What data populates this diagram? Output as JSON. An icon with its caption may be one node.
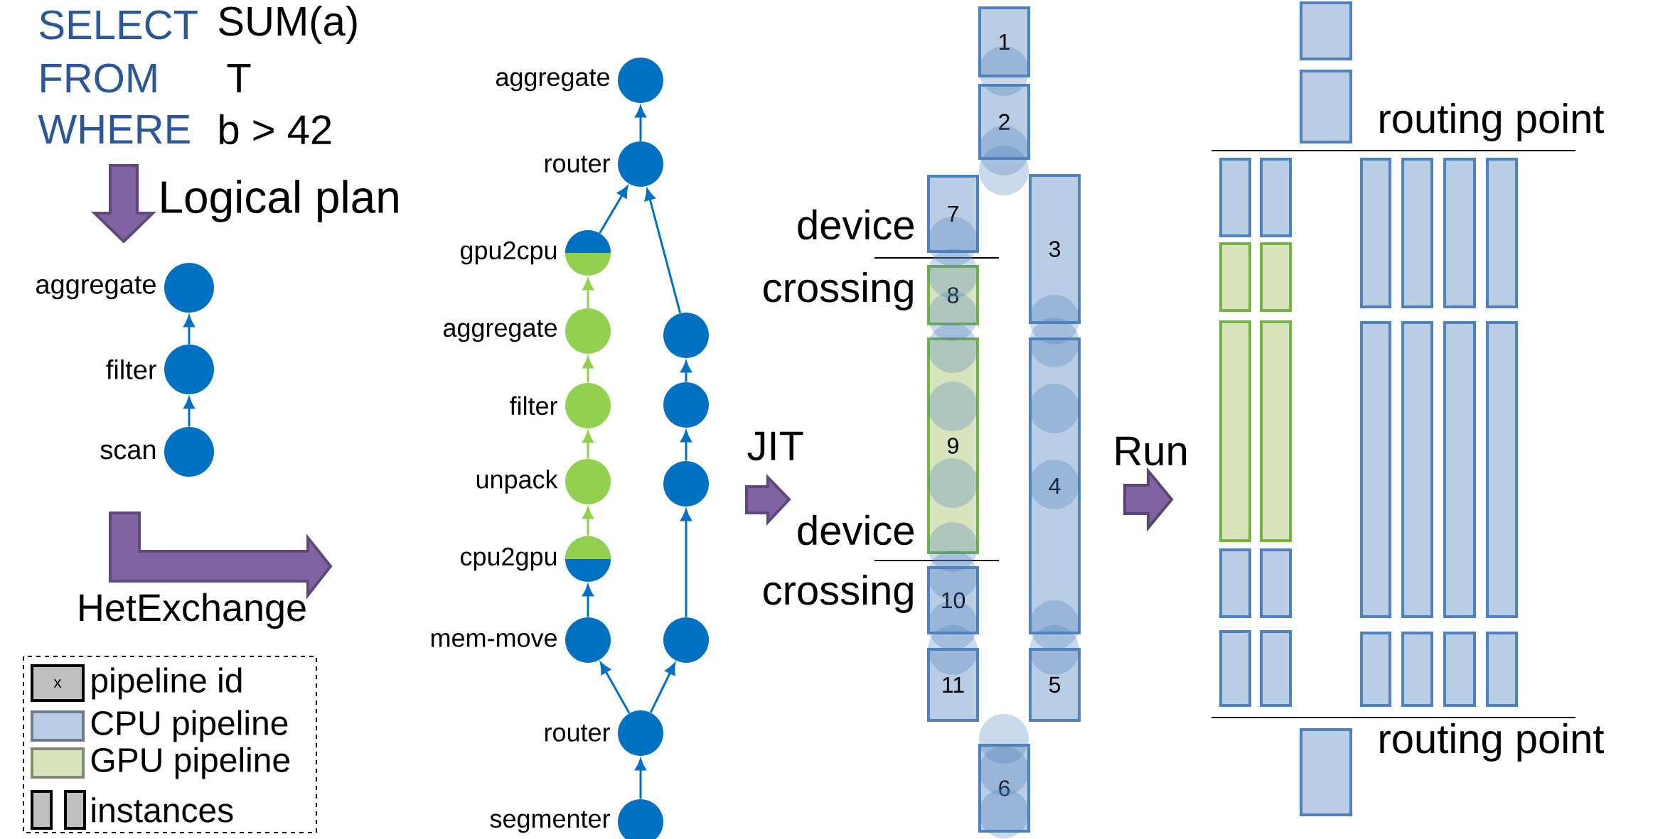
{
  "diagram": {
    "nodes": [
      {
        "text": [
          "aggregate"
        ]
      },
      {
        "text": [
          "filter"
        ]
      },
      {
        "text": [
          "scan"
        ]
      },
      {
        "text": [
          "aggregate"
        ]
      },
      {
        "text": [
          "router"
        ]
      },
      {
        "text": [
          "gpu2cpu"
        ]
      },
      {
        "text": [
          "aggregate"
        ]
      },
      {
        "text": [
          "filter"
        ]
      },
      {
        "text": [
          "unpack"
        ]
      },
      {
        "text": [
          "cpu2gpu"
        ]
      },
      {
        "text": [
          "mem-move"
        ]
      },
      {
        "text": [
          "router"
        ]
      },
      {
        "text": [
          "segmenter"
        ]
      },
      {
        "text": [],
        "shape": "circle"
      },
      {
        "text": [],
        "shape": "circle"
      },
      {
        "text": [],
        "shape": "circle"
      },
      {
        "text": [],
        "shape": "circle"
      },
      {
        "text": [
          "1"
        ]
      },
      {
        "text": [
          "2"
        ]
      },
      {
        "text": [
          "7"
        ]
      },
      {
        "text": [
          "3"
        ]
      },
      {
        "text": [
          "8"
        ]
      },
      {
        "text": [
          "9"
        ]
      },
      {
        "text": [
          "10"
        ]
      },
      {
        "text": [
          "4"
        ]
      },
      {
        "text": [
          "11"
        ]
      },
      {
        "text": [
          "5"
        ]
      },
      {
        "text": [
          "6"
        ]
      },
      {
        "text": [],
        "shape": "box"
      },
      {
        "text": [],
        "shape": "box"
      },
      {
        "text": [],
        "shape": "box"
      },
      {
        "text": [],
        "shape": "box"
      },
      {
        "text": [],
        "shape": "box"
      },
      {
        "text": [],
        "shape": "box"
      },
      {
        "text": [],
        "shape": "box"
      },
      {
        "text": [],
        "shape": "box"
      },
      {
        "text": [],
        "shape": "box"
      },
      {
        "text": [],
        "shape": "box"
      },
      {
        "text": [],
        "shape": "box"
      },
      {
        "text": [],
        "shape": "box"
      },
      {
        "text": [],
        "shape": "box"
      },
      {
        "text": [],
        "shape": "box"
      },
      {
        "text": [],
        "shape": "box"
      },
      {
        "text": [],
        "shape": "box"
      },
      {
        "text": [],
        "shape": "box"
      },
      {
        "text": [],
        "shape": "box"
      },
      {
        "text": [],
        "shape": "box"
      },
      {
        "text": [],
        "shape": "box"
      },
      {
        "text": [],
        "shape": "box"
      },
      {
        "text": [],
        "shape": "box"
      },
      {
        "text": [],
        "shape": "box"
      },
      {
        "text": [],
        "shape": "box"
      },
      {
        "text": [],
        "shape": "box"
      }
    ],
    "edges": [
      {
        "from": 2,
        "to": 1,
        "arrow": "to"
      },
      {
        "from": 1,
        "to": 0,
        "arrow": "to"
      },
      {
        "from": 12,
        "to": 11,
        "arrow": "to"
      },
      {
        "from": 11,
        "to": 10,
        "arrow": "to"
      },
      {
        "from": 11,
        "to": 16,
        "arrow": "to"
      },
      {
        "from": 10,
        "to": 9,
        "arrow": "to"
      },
      {
        "from": 9,
        "to": 8,
        "arrow": "to",
        "color": "#92d050"
      },
      {
        "from": 8,
        "to": 7,
        "arrow": "to",
        "color": "#92d050"
      },
      {
        "from": 7,
        "to": 6,
        "arrow": "to",
        "color": "#92d050"
      },
      {
        "from": 6,
        "to": 5,
        "arrow": "to",
        "color": "#92d050"
      },
      {
        "from": 5,
        "to": 4,
        "arrow": "to"
      },
      {
        "from": 16,
        "to": 15,
        "arrow": "to"
      },
      {
        "from": 15,
        "to": 14,
        "arrow": "to"
      },
      {
        "from": 14,
        "to": 13,
        "arrow": "to"
      },
      {
        "from": 13,
        "to": 4,
        "arrow": "to"
      },
      {
        "from": 4,
        "to": 3,
        "arrow": "to"
      },
      {
        "from": 24,
        "to": 38,
        "arrow": "to",
        "style": "thick",
        "color": "#8064a2"
      }
    ],
    "labels": [
      "SELECT",
      "SUM(a)",
      "FROM",
      "T",
      "WHERE",
      "b > 42",
      "Logical plan",
      "HetExchange",
      "x",
      "device",
      "crossing",
      "JIT",
      "device",
      "crossing",
      "Run",
      "routing point",
      "routing point"
    ],
    "legend": [
      {
        "text": "pipeline id"
      },
      {
        "text": "CPU pipeline",
        "color": "#b9cde5"
      },
      {
        "text": "GPU pipeline",
        "color": "#d7e4bd"
      },
      {
        "text": "instances"
      }
    ]
  }
}
